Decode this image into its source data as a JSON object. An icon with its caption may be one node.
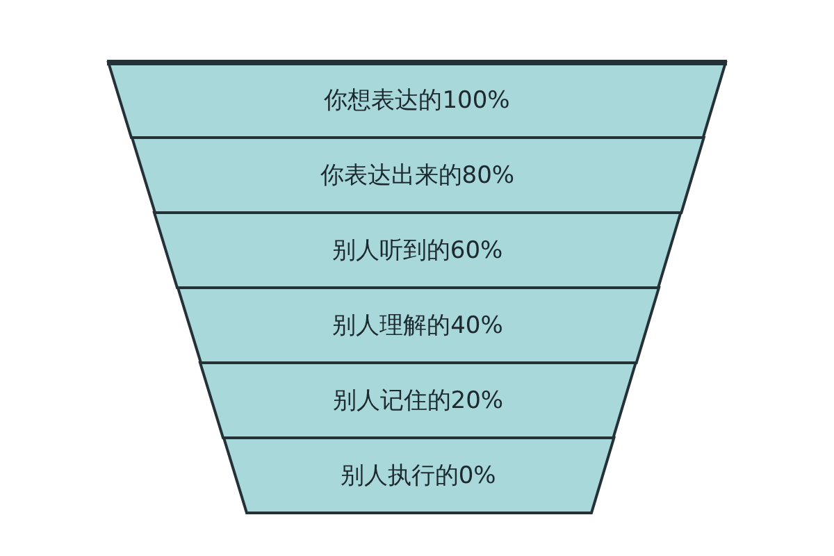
{
  "diagram": {
    "nodes": [
      {
        "text": [
          "你想表达的100%"
        ]
      },
      {
        "text": [
          "你表达出来的80%"
        ]
      },
      {
        "text": [
          "别人听到的60%"
        ]
      },
      {
        "text": [
          "别人理解的40%"
        ]
      },
      {
        "text": [
          "别人记住的20%"
        ]
      },
      {
        "text": [
          "别人执行的0%"
        ]
      }
    ]
  }
}
